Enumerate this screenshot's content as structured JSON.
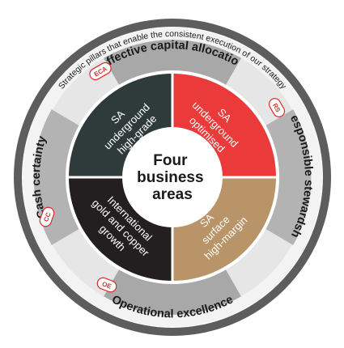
{
  "outer_caption": "Strategic pillars that enable the consistent execution of our strategy",
  "center_title": [
    "Four",
    "business",
    "areas"
  ],
  "pillars": [
    {
      "code": "ECA",
      "label": "Effective capital allocation"
    },
    {
      "code": "RS",
      "label": "Responsible stewardship"
    },
    {
      "code": "OE",
      "label": "Operational excellence"
    },
    {
      "code": "CC",
      "label": "Cash certainty"
    }
  ],
  "business_areas": [
    {
      "key": "tl",
      "lines": [
        "SA",
        "underground",
        "high-grade"
      ],
      "color": "#2f3a3a"
    },
    {
      "key": "tr",
      "lines": [
        "SA",
        "underground",
        "optimised"
      ],
      "color": "#ea3a3a"
    },
    {
      "key": "br",
      "lines": [
        "SA",
        "surface",
        "high-margin"
      ],
      "color": "#b89468"
    },
    {
      "key": "bl",
      "lines": [
        "International",
        "gold and copper",
        "growth"
      ],
      "color": "#231f20"
    }
  ],
  "colors": {
    "outer_ring": "#5d5d5d",
    "pillar_ring": "#e6e6e6",
    "pillar_band": "#a8a8a8",
    "accent": "#d92c2c",
    "center": "#ffffff"
  }
}
